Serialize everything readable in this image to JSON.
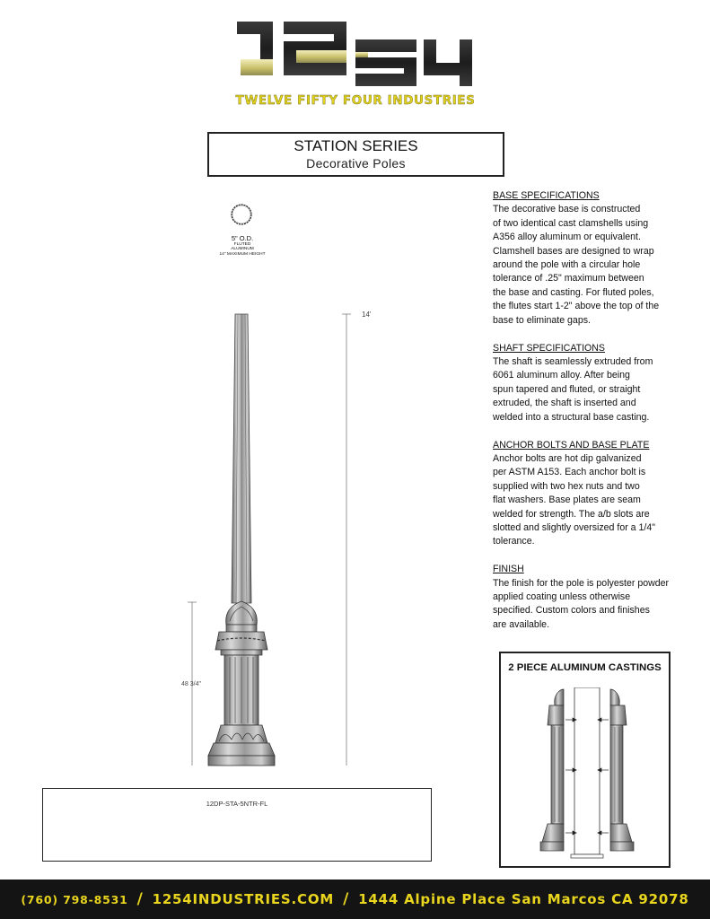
{
  "logo": {
    "text": "1254",
    "colors": {
      "digits_light": "#e9e3a0",
      "digits_dark": "#2b2b2b",
      "accent": "#e4d21a"
    }
  },
  "tagline": "TWELVE FIFTY FOUR INDUSTRIES",
  "title": {
    "main": "STATION SERIES",
    "sub": "Decorative Poles"
  },
  "cross_section": {
    "size": "5\" O.D.",
    "line1": "FLUTED",
    "line2": "ALUMINUM",
    "line3": "14\" MAXIMUM HEIGHT"
  },
  "dimensions": {
    "height": "14'",
    "base_height": "48 3/4\""
  },
  "specs": [
    {
      "heading": "BASE SPECIFICATIONS",
      "lines": [
        "The decorative base is constructed",
        "of two identical cast clamshells using",
        "A356 alloy aluminum or equivalent.",
        "Clamshell bases are designed to wrap",
        "around the pole with a circular hole",
        "tolerance of .25\" maximum between",
        "the base and casting. For fluted poles,",
        "the flutes start 1-2\" above the top of the",
        "base to eliminate gaps."
      ]
    },
    {
      "heading": "SHAFT SPECIFICATIONS",
      "lines": [
        "The shaft is seamlessly extruded from",
        "6061 aluminum alloy. After being",
        "spun tapered and fluted, or straight",
        "extruded, the shaft is inserted and",
        "welded into a structural base casting."
      ]
    },
    {
      "heading": "ANCHOR BOLTS AND BASE PLATE",
      "lines": [
        "Anchor bolts are hot dip galvanized",
        "per ASTM A153. Each anchor bolt is",
        "supplied with two hex nuts and two",
        "flat washers. Base plates are seam",
        "welded for strength. The a/b slots are",
        "slotted and slightly oversized for a 1/4\"",
        "tolerance."
      ]
    },
    {
      "heading": "FINISH",
      "lines": [
        "The finish for the pole is polyester powder",
        "applied coating unless otherwise",
        "specified. Custom colors and finishes",
        "are available."
      ]
    }
  ],
  "part_number": "12DP-STA-5NTR-FL",
  "castings": {
    "title": "2 PIECE ALUMINUM CASTINGS"
  },
  "footer": {
    "phone": "(760) 798-8531",
    "website": "1254INDUSTRIES.COM",
    "address": "1444 Alpine Place San Marcos CA 92078",
    "separator": "/"
  }
}
